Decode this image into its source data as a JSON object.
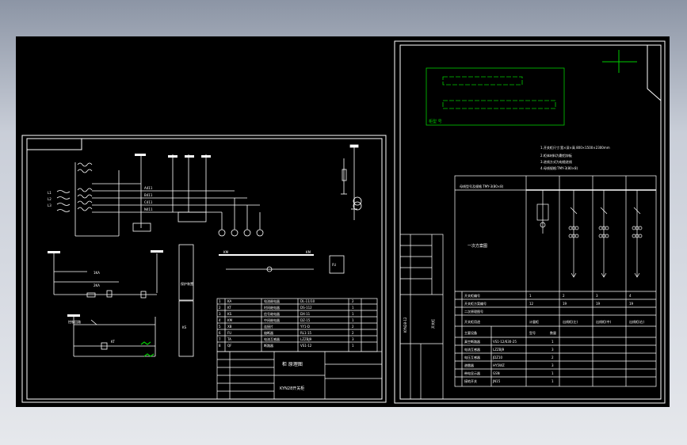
{
  "canvas": {
    "background": "#000000",
    "line_color": "#ffffff",
    "accent_green": "#00cc00"
  },
  "left_sheet": {
    "labels": {
      "ct_a": "L1",
      "ct_b": "L2",
      "ct_c": "L3",
      "wire_a": "A411",
      "wire_b": "B411",
      "wire_c": "C411",
      "wire_n": "N411",
      "relay_1": "1KA",
      "relay_2": "2KA",
      "relay_3": "KT",
      "bus_left": "KM",
      "bus_right": "KM",
      "ctrl_title": "控制回路",
      "side_box": "保护装置",
      "side_box_b": "KS",
      "right_box": "FU"
    },
    "device_table": {
      "rows": [
        [
          "1",
          "KA",
          "电流继电器",
          "DL-11/10",
          "2"
        ],
        [
          "2",
          "KT",
          "时间继电器",
          "DS-112",
          "1"
        ],
        [
          "3",
          "KS",
          "信号继电器",
          "DX-11",
          "1"
        ],
        [
          "4",
          "KM",
          "中间继电器",
          "DZ-15",
          "1"
        ],
        [
          "5",
          "XB",
          "连接片",
          "YY1-D",
          "2"
        ],
        [
          "6",
          "FU",
          "熔断器",
          "RL1-15",
          "2"
        ],
        [
          "7",
          "TA",
          "电流互感器",
          "LZZBJ9",
          "3"
        ],
        [
          "8",
          "QF",
          "断路器",
          "VS1-12",
          "1"
        ]
      ]
    },
    "title_block": {
      "title": "柜 原理图",
      "subtitle": "KYN28开关柜"
    }
  },
  "right_sheet": {
    "nameplate_label": "柜型 号",
    "notes": [
      "1.开关柜尺寸:宽×深×高 800×1500×2300mm",
      "2.柜体材料为敷铝锌板",
      "3.进线方式为电缆进线",
      "4.母线规格:TMY-3(80×8)"
    ],
    "scheme_header": "母线型号及规格 TMY-3(80×8)",
    "scheme_label": "一次方案图",
    "table_rows": [
      {
        "label": "开关柜编号",
        "values": [
          "1",
          "2",
          "3",
          "4"
        ]
      },
      {
        "label": "开关柜方案编号",
        "values": [
          "12",
          "19",
          "19",
          "19"
        ]
      },
      {
        "label": "二次原理图号",
        "values": [
          "",
          "",
          "",
          ""
        ]
      },
      {
        "label": "开关柜用途",
        "values": [
          "计量柜",
          "出线柜(左)",
          "出线柜(中)",
          "出线柜(右)"
        ]
      }
    ],
    "equip_head": [
      "主要设备",
      "型号",
      "数量"
    ],
    "equip_rows": [
      {
        "name": "真空断路器",
        "model": "VS1-12/630-25",
        "qty": "1"
      },
      {
        "name": "电流互感器",
        "model": "LZZBJ9",
        "qty": "3"
      },
      {
        "name": "电压互感器",
        "model": "JDZ10",
        "qty": "2"
      },
      {
        "name": "避雷器",
        "model": "HY5WZ",
        "qty": "3"
      },
      {
        "name": "带电显示器",
        "model": "GSN",
        "qty": "1"
      },
      {
        "name": "接地开关",
        "model": "JN15",
        "qty": "1"
      }
    ],
    "side_strip": "KYN28-12",
    "side_strip_b": "开关柜"
  }
}
